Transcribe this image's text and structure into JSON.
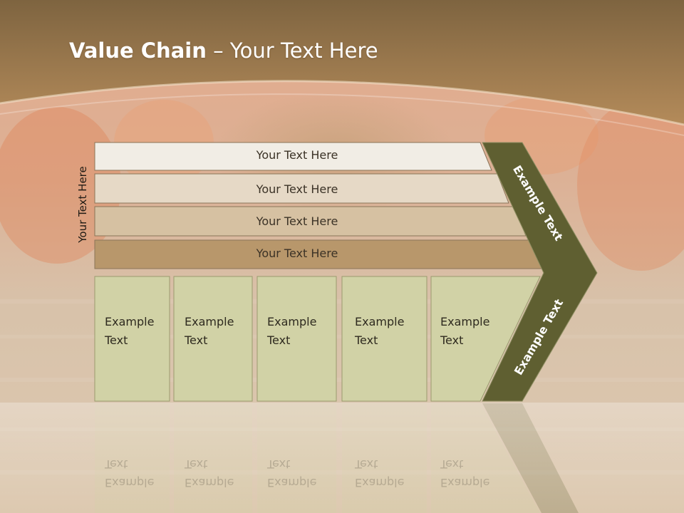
{
  "slide": {
    "title_bold": "Value Chain",
    "title_rest": " – Your Text Here",
    "side_label": "Your Text Here"
  },
  "rows": [
    {
      "label": "Your Text Here",
      "color": "#f1ede5"
    },
    {
      "label": "Your Text Here",
      "color": "#e6d9c6"
    },
    {
      "label": "Your Text Here",
      "color": "#d6c1a2"
    },
    {
      "label": "Your Text Here",
      "color": "#b8976b"
    }
  ],
  "boxes": [
    {
      "line1": "Example",
      "line2": "Text"
    },
    {
      "line1": "Example",
      "line2": "Text"
    },
    {
      "line1": "Example",
      "line2": "Text"
    },
    {
      "line1": "Example",
      "line2": "Text"
    },
    {
      "line1": "Example",
      "line2": "Text"
    }
  ],
  "chevron": {
    "upper_label": "Example Text",
    "lower_label": "Example Text",
    "color": "#5f5f31"
  },
  "colors": {
    "banner": "#9c7747",
    "box_fill": "#d1d2a6",
    "background": "#d9c0a4"
  }
}
